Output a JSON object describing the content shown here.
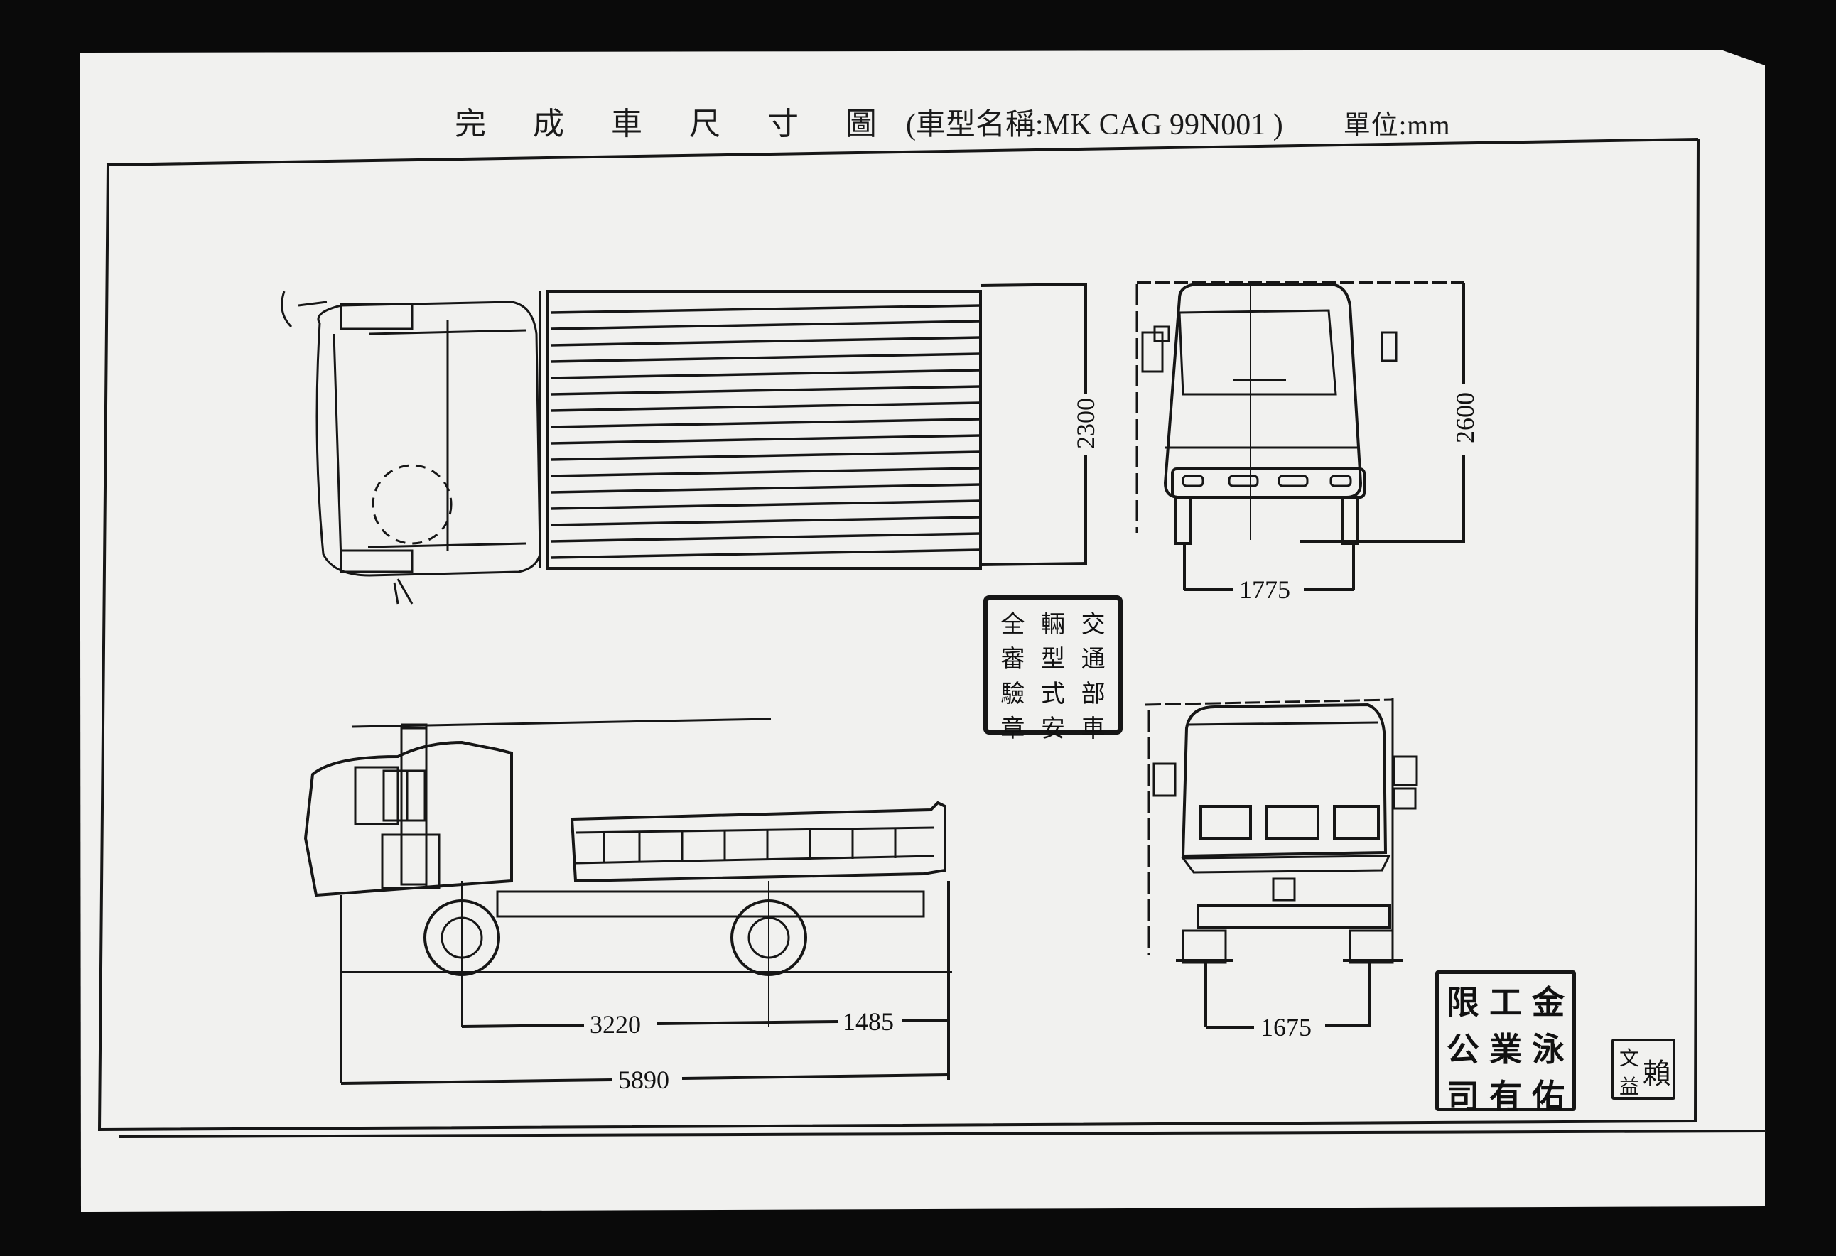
{
  "document": {
    "title_main": "完 成 車 尺 寸 圖",
    "title_model": "(車型名稱:MK CAG 99N001 )",
    "unit_label": "單位:mm"
  },
  "views": {
    "top_view": {
      "label": "top-view",
      "dimensions": {
        "overall_width": "2300"
      }
    },
    "front_view": {
      "label": "front-view",
      "dimensions": {
        "overall_height": "2600",
        "front_tread": "1775"
      }
    },
    "side_view": {
      "label": "side-view",
      "dimensions": {
        "wheelbase": "3220",
        "rear_overhang": "1485",
        "overall_length": "5890"
      }
    },
    "rear_view": {
      "label": "rear-view",
      "dimensions": {
        "rear_tread": "1675"
      }
    }
  },
  "seals": {
    "inspection_seal": {
      "columns": [
        [
          "交",
          "通",
          "部",
          "車"
        ],
        [
          "輛",
          "型",
          "式",
          "安"
        ],
        [
          "全",
          "審",
          "驗",
          "章"
        ]
      ]
    },
    "company_seal": {
      "columns": [
        [
          "金",
          "泳",
          "佑"
        ],
        [
          "工",
          "業",
          "有"
        ],
        [
          "限",
          "公",
          "司"
        ]
      ]
    },
    "personal_seal": {
      "columns": [
        [
          "賴"
        ],
        [
          "文",
          "益"
        ]
      ]
    }
  },
  "colors": {
    "paper": "#f1f1ef",
    "ink": "#161616",
    "background": "#0a0a0a"
  }
}
